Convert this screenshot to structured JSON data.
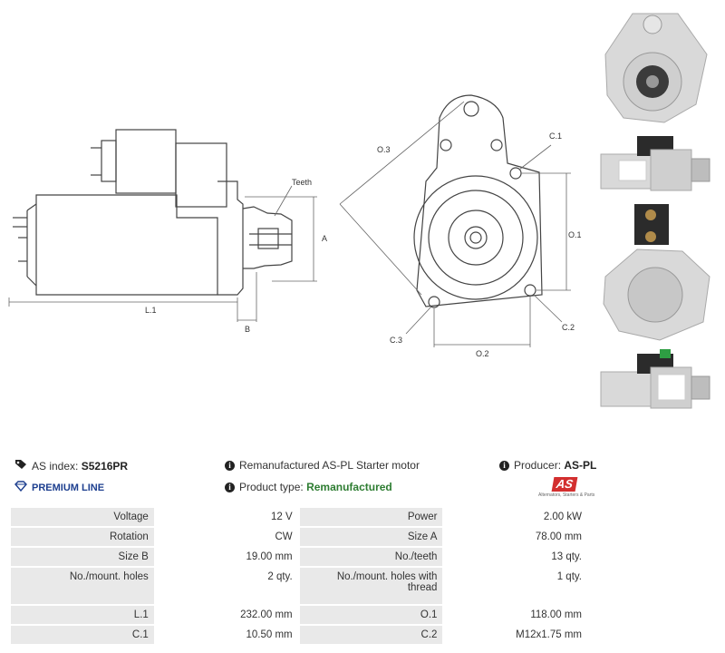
{
  "drawing": {
    "labels": {
      "teeth": "Teeth",
      "a": "A",
      "b": "B",
      "l1": "L.1",
      "o1": "O.1",
      "o2": "O.2",
      "o3": "O.3",
      "c1": "C.1",
      "c2": "C.2",
      "c3": "C.3"
    }
  },
  "info": {
    "as_index_label": "AS index:",
    "as_index_value": "S5216PR",
    "premium_line": "PREMIUM LINE",
    "description": "Remanufactured AS-PL Starter motor",
    "product_type_label": "Product type:",
    "product_type_value": "Remanufactured",
    "producer_label": "Producer:",
    "producer_value": "AS-PL",
    "logo_text": "AS",
    "logo_tagline": "Alternators, Starters & Parts"
  },
  "specs": [
    {
      "l1": "Voltage",
      "v1": "12 V",
      "l2": "Power",
      "v2": "2.00 kW"
    },
    {
      "l1": "Rotation",
      "v1": "CW",
      "l2": "Size A",
      "v2": "78.00 mm"
    },
    {
      "l1": "Size B",
      "v1": "19.00 mm",
      "l2": "No./teeth",
      "v2": "13 qty."
    },
    {
      "l1": "No./mount. holes",
      "v1": "2 qty.",
      "l2": "No./mount. holes with thread",
      "v2": "1 qty."
    },
    {
      "l1": "L.1",
      "v1": "232.00 mm",
      "l2": "O.1",
      "v2": "118.00 mm"
    },
    {
      "l1": "C.1",
      "v1": "10.50 mm",
      "l2": "C.2",
      "v2": "M12x1.75 mm"
    }
  ],
  "colors": {
    "premium": "#1d3f8f",
    "green": "#2e7d32",
    "logo_red": "#d32f2f"
  }
}
